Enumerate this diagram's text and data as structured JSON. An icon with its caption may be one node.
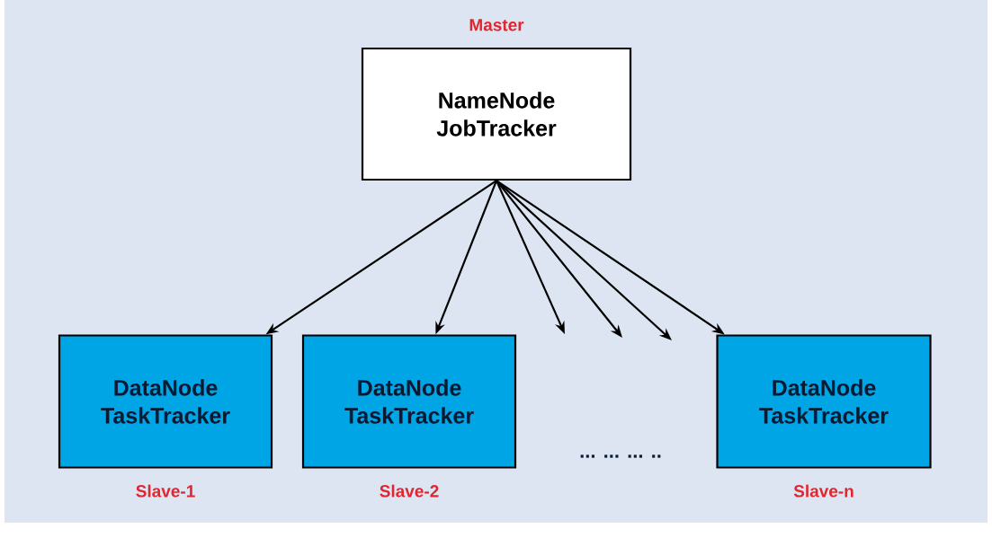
{
  "diagram": {
    "nodes": [
      {
        "text": [
          "NameNode JobTracker"
        ],
        "beside": [
          "Master"
        ]
      },
      {
        "text": [
          "DataNode TaskTracker"
        ],
        "beside": [
          "Slave-1"
        ]
      },
      {
        "text": [
          "DataNode TaskTracker"
        ],
        "beside": [
          "Slave-2"
        ]
      },
      {
        "text": [
          "DataNode TaskTracker"
        ],
        "beside": [
          "Slave-n"
        ]
      }
    ],
    "edges": [
      {
        "from": 0,
        "to": 1,
        "arrow": "to"
      },
      {
        "from": 0,
        "to": 2,
        "arrow": "to"
      },
      {
        "from": 0,
        "to": null,
        "arrow": "to"
      },
      {
        "from": 0,
        "to": null,
        "arrow": "to"
      },
      {
        "from": 0,
        "to": null,
        "arrow": "to"
      },
      {
        "from": 0,
        "to": 3,
        "arrow": "to"
      }
    ],
    "labels": [
      "... ... ... .."
    ]
  }
}
